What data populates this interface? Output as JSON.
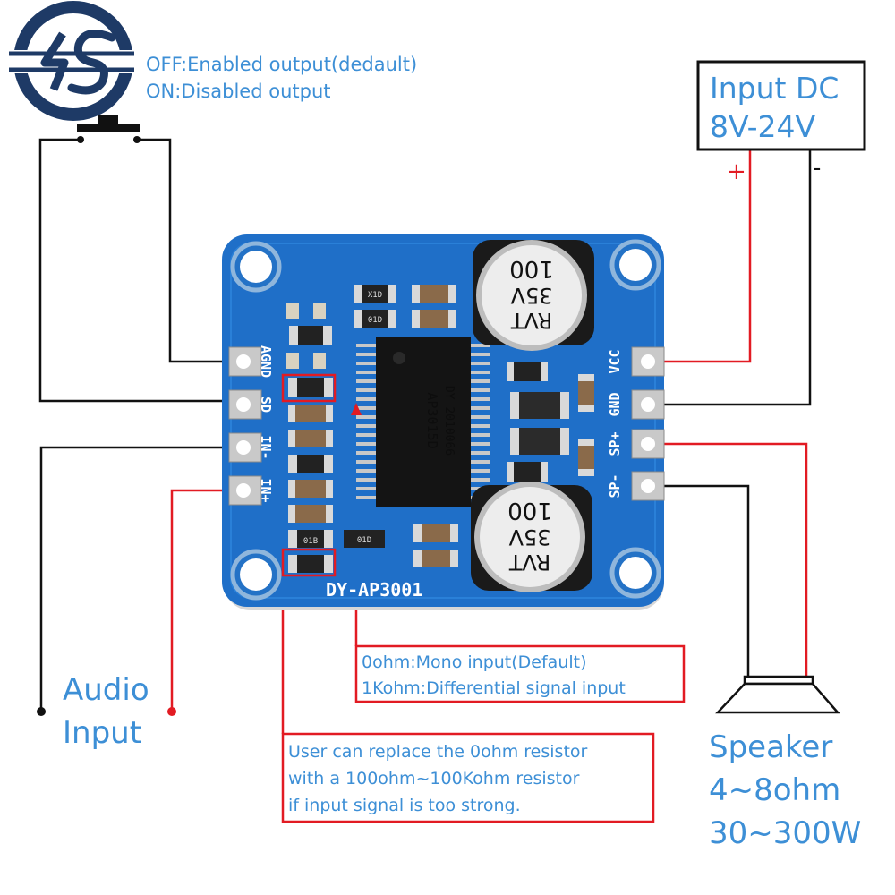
{
  "colors": {
    "accent_blue": "#3d8fd6",
    "wire_red": "#e21b23",
    "wire_black": "#111111",
    "pcb_blue": "#1f6fc8",
    "logo_navy": "#1e3a66"
  },
  "logo": {
    "icon": "signal-s-logo-icon"
  },
  "switch_note": {
    "line1": "OFF:Enabled output(dedault)",
    "line2": "ON:Disabled output"
  },
  "input_dc": {
    "line1": "Input DC",
    "line2": "8V-24V",
    "plus": "+",
    "minus": "-"
  },
  "board": {
    "name": "DY-AP3001",
    "left_pins": [
      "AGND",
      "SD",
      "IN-",
      "IN+"
    ],
    "right_pins": [
      "VCC",
      "GND",
      "SP+",
      "SP-"
    ],
    "chip_marking_1": "AP3015D",
    "chip_marking_2": "DY 2010066",
    "cap_top": {
      "line1": "RVT",
      "line2": "35V",
      "line3": "100"
    },
    "cap_bottom": {
      "line1": "RVT",
      "line2": "35V",
      "line3": "100"
    },
    "smd_labels": [
      "X1D",
      "01D",
      "01B",
      "01D"
    ]
  },
  "resistor_note": {
    "line1": "0ohm:Mono input(Default)",
    "line2": "1Kohm:Differential signal input"
  },
  "replace_note": {
    "line1": "User can replace the 0ohm resistor",
    "line2": "with a 100ohm~100Kohm resistor",
    "line3": "if input signal is too strong."
  },
  "audio_input": {
    "line1": "Audio",
    "line2": "Input"
  },
  "speaker": {
    "icon": "speaker-icon",
    "line1": "Speaker",
    "line2": "4~8ohm",
    "line3": "30~300W"
  }
}
